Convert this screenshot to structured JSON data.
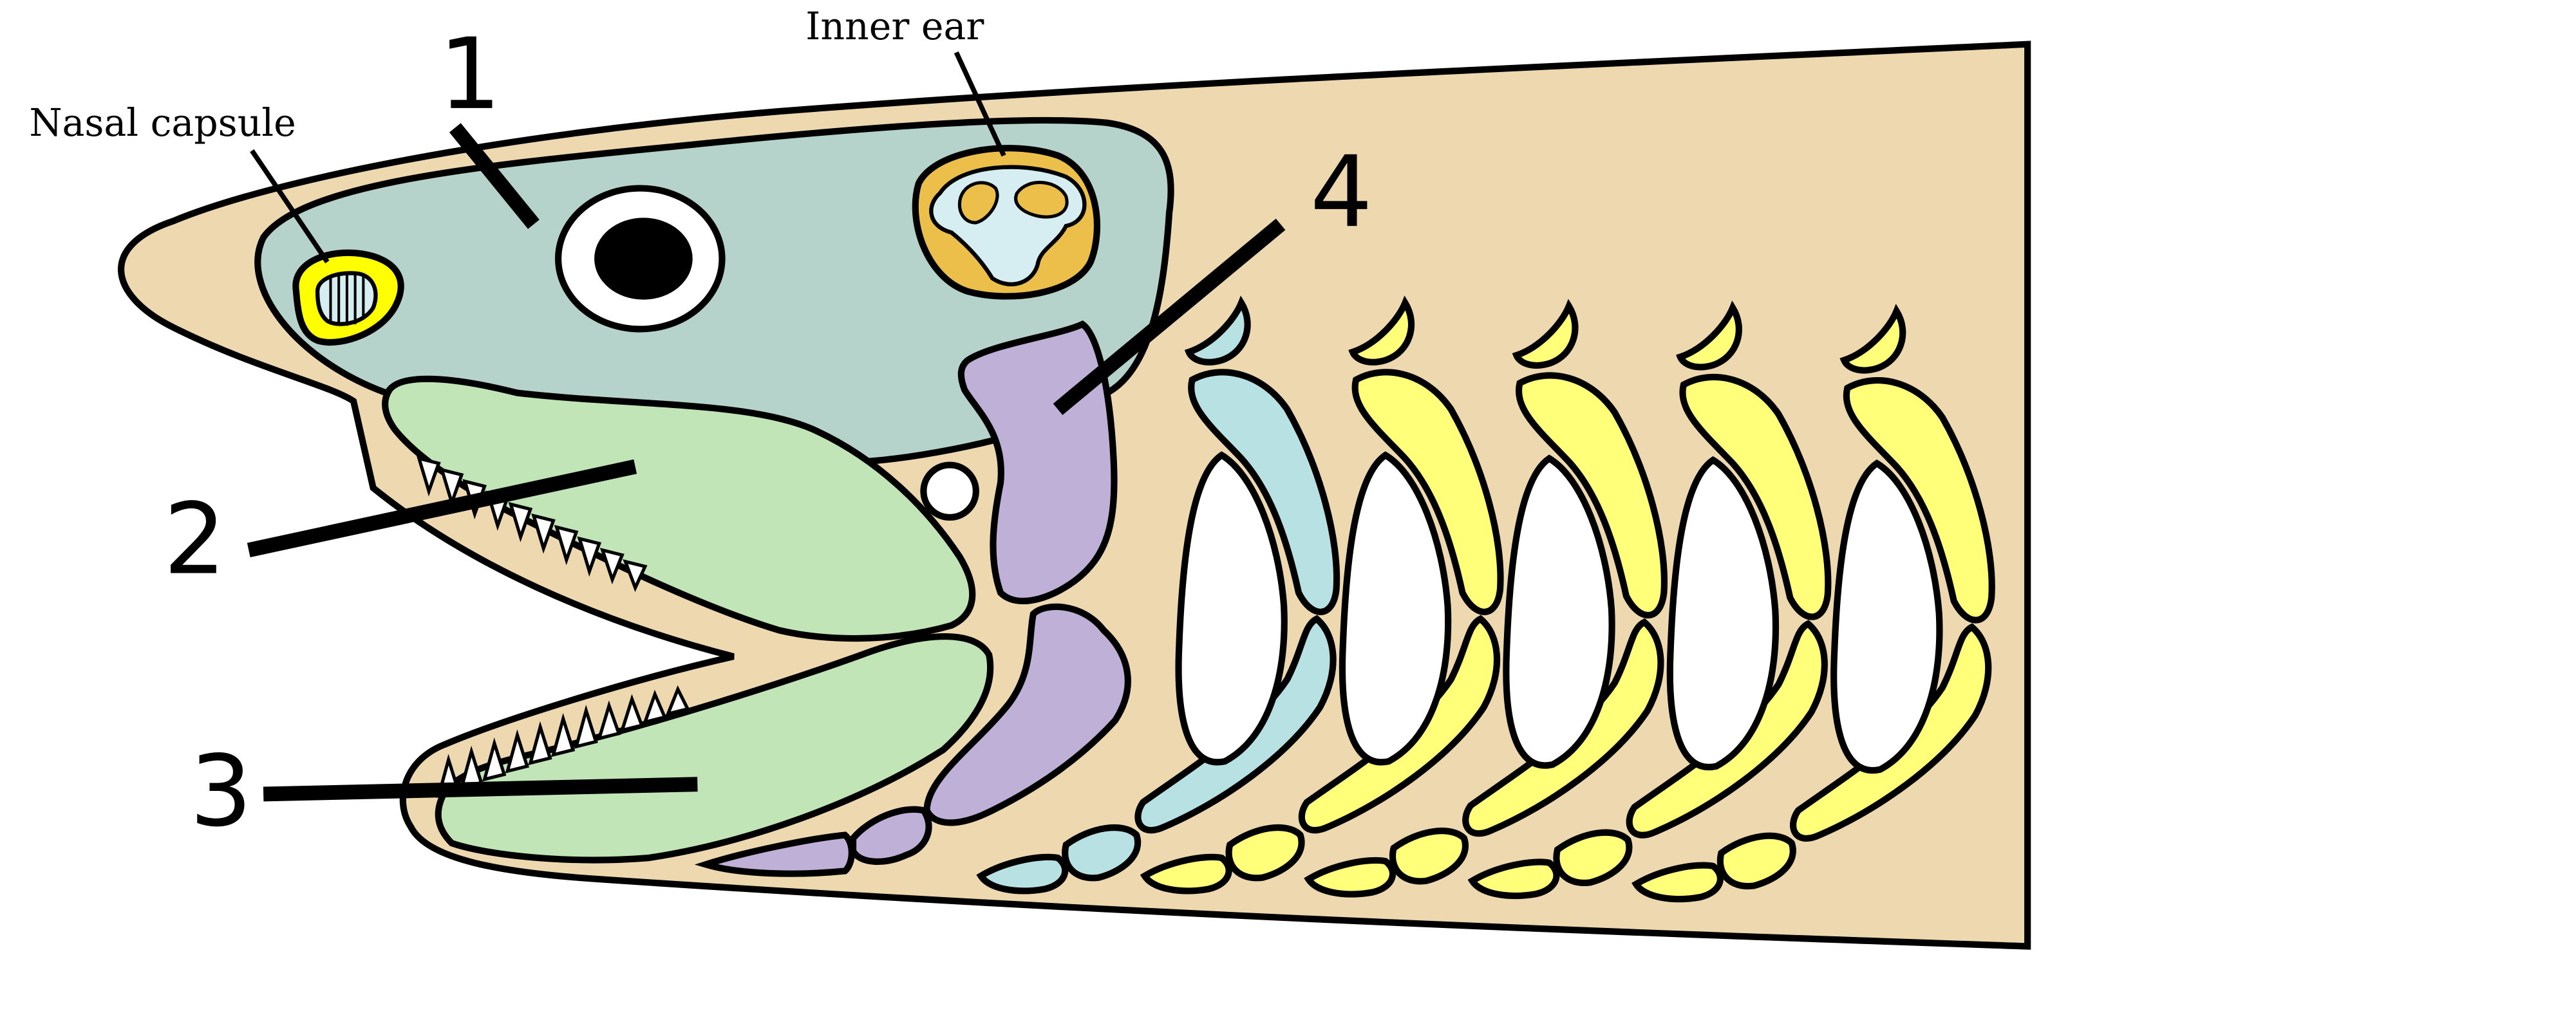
{
  "labels": {
    "nasal_capsule": "Nasal capsule",
    "inner_ear": "Inner ear",
    "num_1": "1",
    "num_2": "2",
    "num_3": "3",
    "num_4": "4"
  },
  "colors": {
    "body": "#EED8B0",
    "cranium": "#B5D3CB",
    "jaw": "#C2E5B8",
    "hyoid": "#BEB0D6",
    "first_arch": "#B8E1E4",
    "gill_arches": "#FFFF7A",
    "nasal": "#FFFF00",
    "ear_capsule": "#EBBF49",
    "ear_labyrinth": "#D6EDF2",
    "eye_pupil": "#000000",
    "white": "#FFFFFF"
  }
}
